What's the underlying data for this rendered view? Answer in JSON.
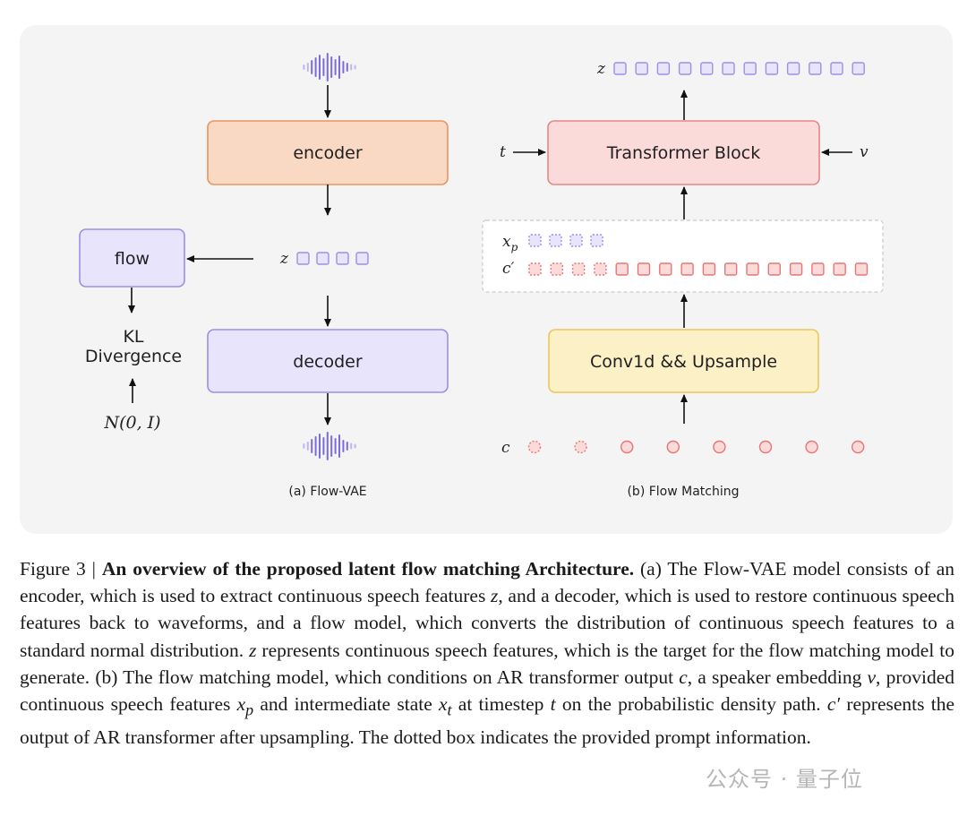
{
  "panel_a": {
    "encoder_label": "encoder",
    "decoder_label": "decoder",
    "flow_label": "flow",
    "kl_line1": "KL",
    "kl_line2": "Divergence",
    "prior_label": "N(0, I)",
    "z_label": "z",
    "caption": "(a) Flow-VAE"
  },
  "panel_b": {
    "transformer_label": "Transformer Block",
    "conv_label": "Conv1d && Upsample",
    "z_label": "z",
    "t_label": "t",
    "v_label": "v",
    "xp_label": "x",
    "xp_sub": "p",
    "cprime_label": "c′",
    "c_label": "c",
    "caption": "(b) Flow Matching"
  },
  "colors": {
    "encoder_fill": "#f9d9c3",
    "encoder_stroke": "#e9955e",
    "decoder_fill": "#e7e4fc",
    "decoder_stroke": "#9b90e6",
    "transformer_fill": "#fbdada",
    "transformer_stroke": "#e88585",
    "conv_fill": "#fcf0c6",
    "conv_stroke": "#ecc75a",
    "token_purple": "#9b90e6",
    "token_red": "#e87575",
    "waveform": "#7b6be0"
  },
  "caption": {
    "figure_label": "Figure 3 | ",
    "bold_title": "An overview of the proposed latent flow matching Architecture.",
    "t1": " (a) The Flow-VAE model consists of an encoder, which is used to extract continuous speech features ",
    "z1": "z",
    "t2": ", and a decoder, which is used to restore continuous speech features back to waveforms, and a flow model, which converts the distribution of continuous speech features to a standard normal distribution. ",
    "z2": "z",
    "t3": " represents continuous speech features, which is the target for the flow matching model to generate. (b) The flow matching model, which conditions on AR transformer output ",
    "c1": "c",
    "t4": ", a speaker embedding ",
    "v1": "v",
    "t5": ", provided continuous speech features ",
    "xp_base": "x",
    "xp_sub": "p",
    "t6": " and intermediate state ",
    "xt_base": "x",
    "xt_sub": "t",
    "t7": " at timestep ",
    "t_var": "t",
    "t8": " on the probabilistic density path. ",
    "cprime": "c′",
    "t9": " represents the output of AR transformer after upsampling. The dotted box indicates the provided prompt information."
  },
  "watermark": "公众号 · 量子位"
}
